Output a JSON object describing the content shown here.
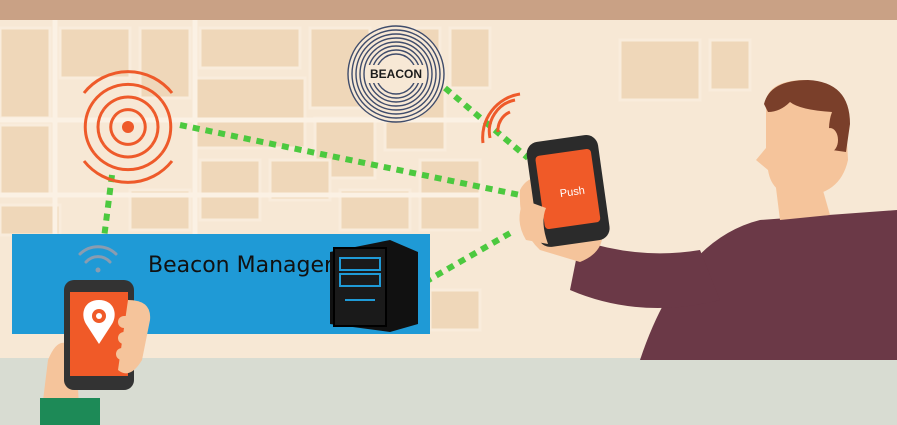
{
  "scene": {
    "beacon_label": "BEACON",
    "push_label": "Push",
    "manager_label": "Beacon Manager"
  },
  "colors": {
    "sky_band": "#c9a185",
    "map_background": "#f7e8d5",
    "map_blocks": "#efd7b9",
    "ground": "#d8dcd2",
    "panel_blue": "#1f9ad6",
    "connection_green": "#4cc93f",
    "signal_orange": "#ee5a2a",
    "phone_screen": "#f05a28",
    "shirt": "#6b3947",
    "skin": "#f5c49b",
    "hair": "#7a3f2a",
    "server": "#111111"
  },
  "icons": [
    "signal-rings-icon",
    "beacon-icon",
    "wifi-icon",
    "location-pin-icon",
    "server-icon",
    "smartphone-icon"
  ]
}
